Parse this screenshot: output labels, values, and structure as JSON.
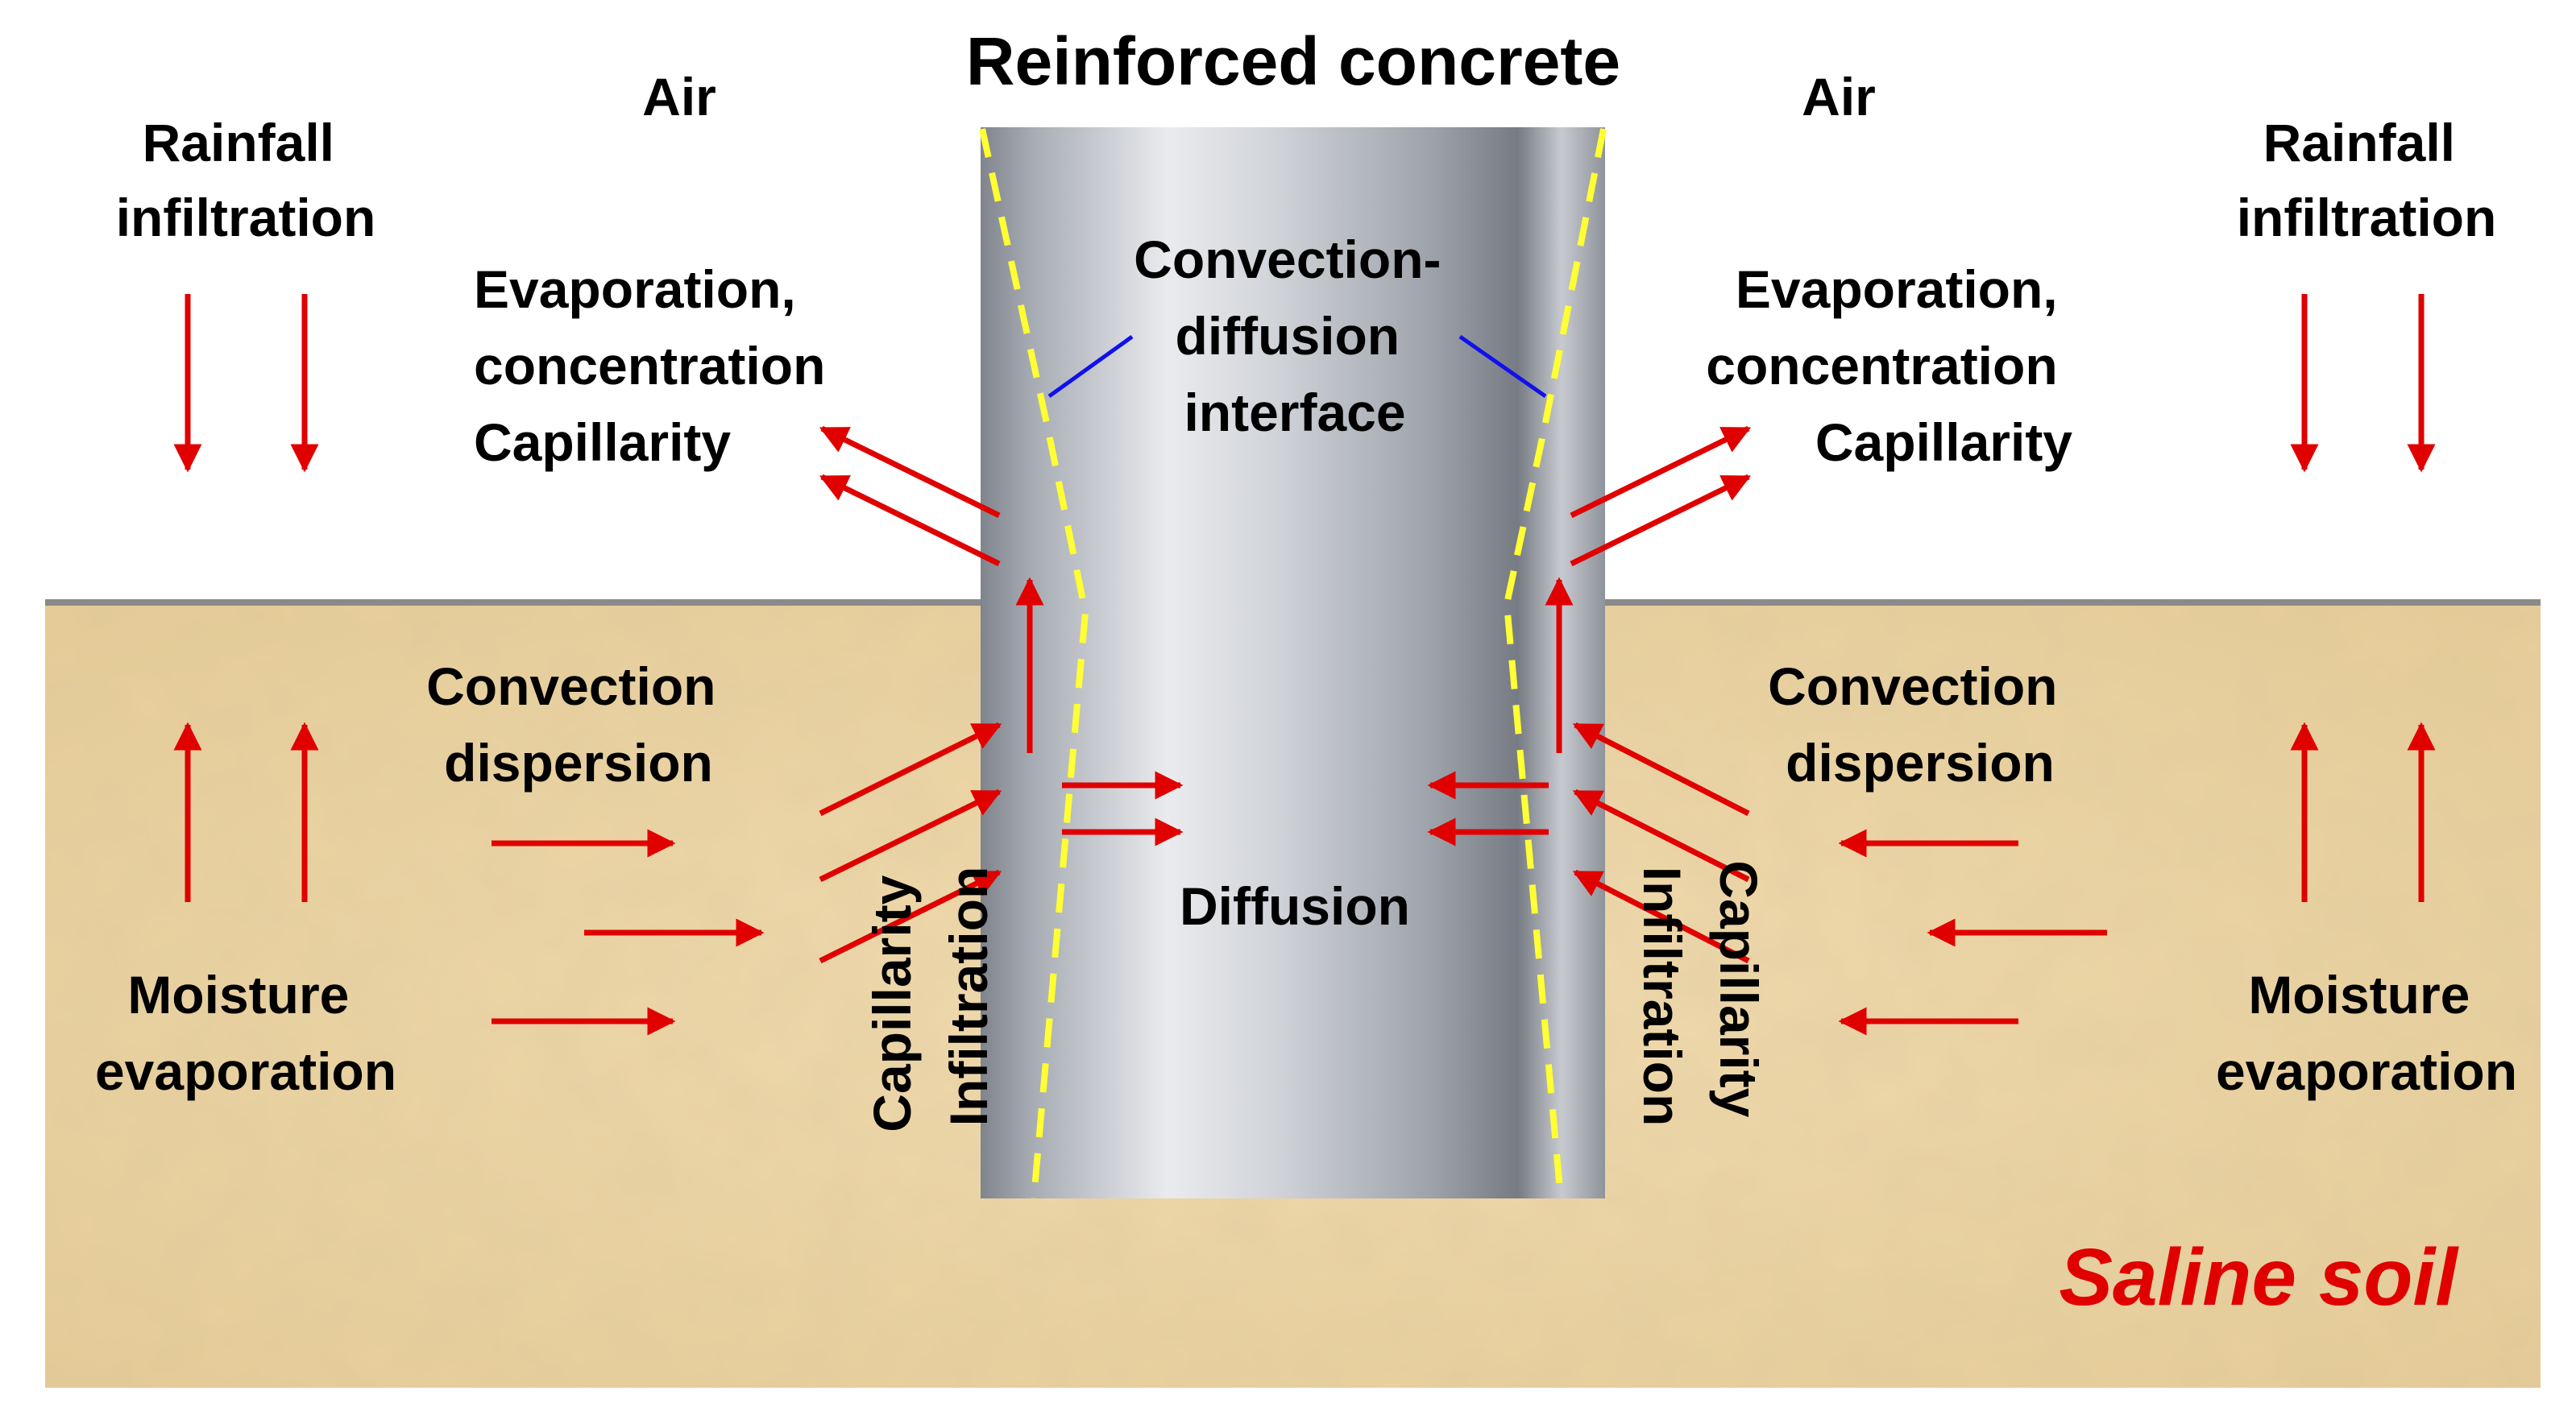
{
  "title": "Reinforced concrete",
  "labels": {
    "air_left": "Air",
    "air_right": "Air",
    "rainfall_left": [
      "Rainfall",
      "infiltration"
    ],
    "rainfall_right": [
      "Rainfall",
      "infiltration"
    ],
    "evap_left": [
      "Evaporation,",
      "concentration",
      "Capillarity"
    ],
    "evap_right": [
      "Evaporation,",
      "concentration",
      "Capillarity"
    ],
    "interface": [
      "Convection-",
      "diffusion",
      "interface"
    ],
    "convection_left": [
      "Convection",
      "dispersion"
    ],
    "convection_right": [
      "Convection",
      "dispersion"
    ],
    "diffusion": "Diffusion",
    "moisture_left": [
      "Moisture",
      "evaporation"
    ],
    "moisture_right": [
      "Moisture",
      "evaporation"
    ],
    "capillarity_left": [
      "Capillarity",
      "Infiltration"
    ],
    "capillarity_right": [
      "Capillarity",
      "Infiltration"
    ],
    "saline_soil": "Saline soil"
  },
  "colors": {
    "arrow": "#e00000",
    "soil": "#ecd5a6",
    "interface_line": "#ffff33",
    "leader_line": "#1010ee",
    "ground_line": "#8a8a8a",
    "saline_text": "#e00000"
  }
}
